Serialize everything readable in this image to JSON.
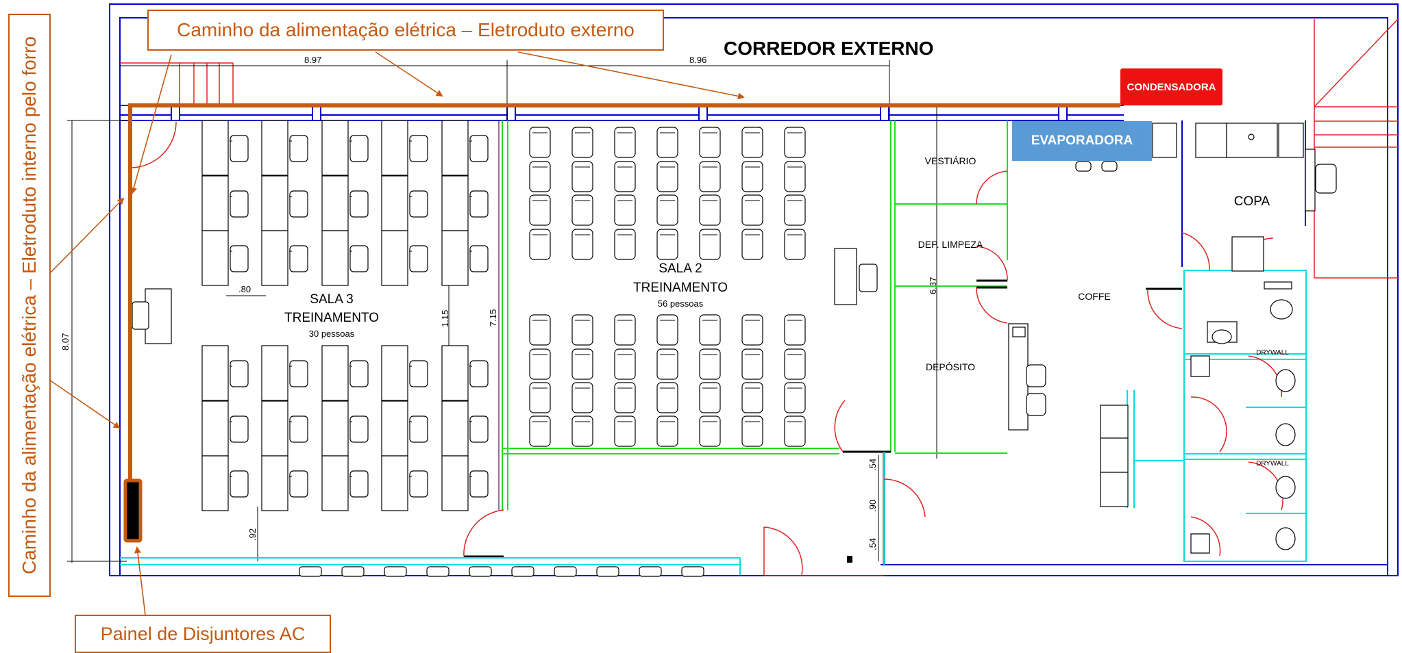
{
  "callouts": {
    "external_path": "Caminho da alimentação elétrica – Eletroduto externo",
    "internal_path": "Caminho da alimentação elétrica – Eletroduto interno pelo forro",
    "breaker_panel": "Painel de Disjuntores AC"
  },
  "labels": {
    "corridor": "CORREDOR EXTERNO",
    "condensadora": "CONDENSADORA",
    "evaporadora": "EVAPORADORA"
  },
  "rooms": {
    "sala3_name": "SALA 3",
    "sala3_sub": "TREINAMENTO",
    "sala3_cap": "30 pessoas",
    "sala2_name": "SALA 2",
    "sala2_sub": "TREINAMENTO",
    "sala2_cap": "56 pessoas",
    "vestiario": "VESTIÁRIO",
    "dep_limpeza": "DEP. LIMPEZA",
    "deposito": "DEPÓSITO",
    "coffe": "COFFE",
    "copa": "COPA",
    "drywall": "DRYWALL"
  },
  "dimensions": {
    "d897": "8.97",
    "d896": "8.96",
    "d807": "8.07",
    "d80": ".80",
    "d115": "1.15",
    "d715": "7.15",
    "d637": "6.37",
    "d92": ".92",
    "d54": ".54",
    "d90": ".90"
  },
  "colors": {
    "conduit": "#c55a11",
    "walls": "#0000cc",
    "partition_green": "#22dd22",
    "cyan_walls": "#00dddd",
    "door_red": "#dd2222",
    "condensadora": "#ee1111",
    "evaporadora": "#5b9bd5"
  }
}
